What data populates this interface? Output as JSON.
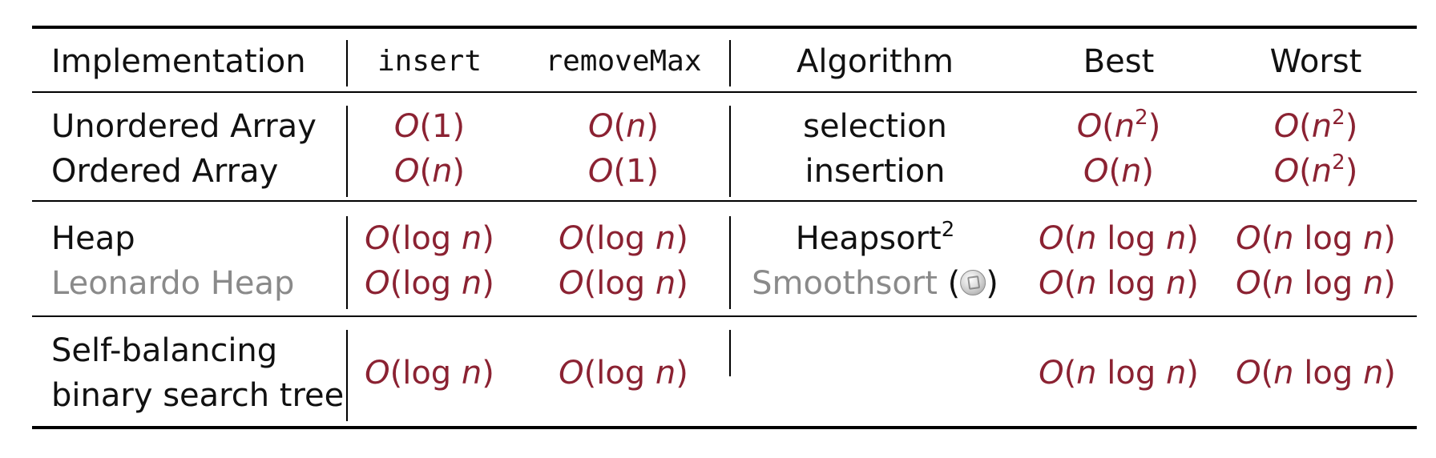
{
  "headers": {
    "implementation": "Implementation",
    "insert": "insert",
    "removeMax": "removeMax",
    "algorithm": "Algorithm",
    "best": "Best",
    "worst": "Worst"
  },
  "rows": [
    {
      "implementation": "Unordered Array",
      "insert": "O(1)",
      "removeMax": "O(n)",
      "algorithm": "selection",
      "best": "O(n^2)",
      "worst": "O(n^2)"
    },
    {
      "implementation": "Ordered Array",
      "insert": "O(n)",
      "removeMax": "O(1)",
      "algorithm": "insertion",
      "best": "O(n)",
      "worst": "O(n^2)"
    },
    {
      "implementation": "Heap",
      "insert": "O(log n)",
      "removeMax": "O(log n)",
      "algorithm": "Heapsort",
      "algorithm_sup": "2",
      "best": "O(n log n)",
      "worst": "O(n log n)"
    },
    {
      "implementation": "Leonardo Heap",
      "insert": "O(log n)",
      "removeMax": "O(log n)",
      "algorithm": "Smoothsort",
      "algorithm_icon": "wikipedia-globe-icon",
      "best": "O(n log n)",
      "worst": "O(n log n)"
    },
    {
      "implementation_line1": "Self-balancing",
      "implementation_line2": "binary search tree",
      "insert": "O(log n)",
      "removeMax": "O(log n)",
      "best": "O(n log n)",
      "worst": "O(n log n)"
    }
  ],
  "colors": {
    "complexity": "#8b2232",
    "muted": "#8a8a8a",
    "text": "#111111"
  }
}
